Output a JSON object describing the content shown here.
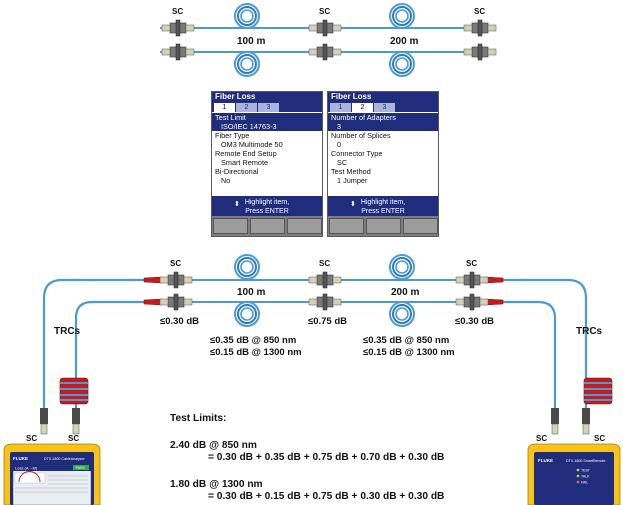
{
  "top_diagram": {
    "connector_label": "SC",
    "span1_length": "100 m",
    "span2_length": "200 m"
  },
  "screens": [
    {
      "title": "Fiber Loss",
      "tabs": [
        "1",
        "2",
        "3"
      ],
      "active_tab": "1",
      "rows": [
        {
          "text": "Test Limit",
          "highlight": true,
          "indent": false
        },
        {
          "text": "ISO/IEC 14763-3",
          "highlight": true,
          "indent": true
        },
        {
          "text": "Fiber Type",
          "highlight": false,
          "indent": false
        },
        {
          "text": "OM3 Multimode 50",
          "highlight": false,
          "indent": true
        },
        {
          "text": "Remote End Setup",
          "highlight": false,
          "indent": false
        },
        {
          "text": "Smart Remote",
          "highlight": false,
          "indent": true
        },
        {
          "text": "Bi-Directional",
          "highlight": false,
          "indent": false
        },
        {
          "text": "No",
          "highlight": false,
          "indent": true
        }
      ],
      "prompt_line1": "Highlight item,",
      "prompt_line2": "Press ENTER"
    },
    {
      "title": "Fiber Loss",
      "tabs": [
        "1",
        "2",
        "3"
      ],
      "active_tab": "2",
      "rows": [
        {
          "text": "Number of Adapters",
          "highlight": true,
          "indent": false
        },
        {
          "text": "3",
          "highlight": true,
          "indent": true
        },
        {
          "text": "Number of Splices",
          "highlight": false,
          "indent": false
        },
        {
          "text": "0",
          "highlight": false,
          "indent": true
        },
        {
          "text": "Connector Type",
          "highlight": false,
          "indent": false
        },
        {
          "text": "SC",
          "highlight": false,
          "indent": true
        },
        {
          "text": "Test Method",
          "highlight": false,
          "indent": false
        },
        {
          "text": "1 Jumper",
          "highlight": false,
          "indent": true
        }
      ],
      "prompt_line1": "Highlight item,",
      "prompt_line2": "Press ENTER"
    }
  ],
  "bottom_diagram": {
    "connector_label": "SC",
    "trc_label": "TRCs",
    "span1_length": "100 m",
    "span2_length": "200 m",
    "loss_left_connector": "≤0.30 dB",
    "loss_middle_connector": "≤0.75 dB",
    "loss_right_connector": "≤0.30 dB",
    "span1_loss_850": "≤0.35 dB @ 850 nm",
    "span1_loss_1300": "≤0.15 dB @ 1300 nm",
    "span2_loss_850": "≤0.35 dB @ 850 nm",
    "span2_loss_1300": "≤0.15 dB @ 1300 nm"
  },
  "test_limits": {
    "heading": "Test Limits:",
    "limit_850": "2.40 dB @ 850 nm",
    "calc_850": "= 0.30 dB + 0.35 dB + 0.75 dB + 0.70 dB + 0.30 dB",
    "limit_1300": "1.80 dB @ 1300 nm",
    "calc_1300": "= 0.30 dB + 0.15 dB + 0.75 dB + 0.30 dB + 0.30 dB"
  },
  "devices": {
    "brand": "FLUKE",
    "left_model": "DTX-1800 CableAnalyzer",
    "right_model": "DTX-1800 SmartRemote",
    "left_screen_title": "Loss (A→M)",
    "left_screen_badge": "PASS",
    "right_leds": [
      "TEST",
      "TALK",
      "FAIL"
    ]
  },
  "colors": {
    "fiber": "#4a9ad6",
    "fiber_dark": "#1d5f99",
    "connector_ceramic": "#d7d0b4",
    "connector_body": "#6b6b6b",
    "boot_red": "#c71a1a",
    "device_yellow": "#f6c21b",
    "screen_blue": "#1f2d7c"
  }
}
